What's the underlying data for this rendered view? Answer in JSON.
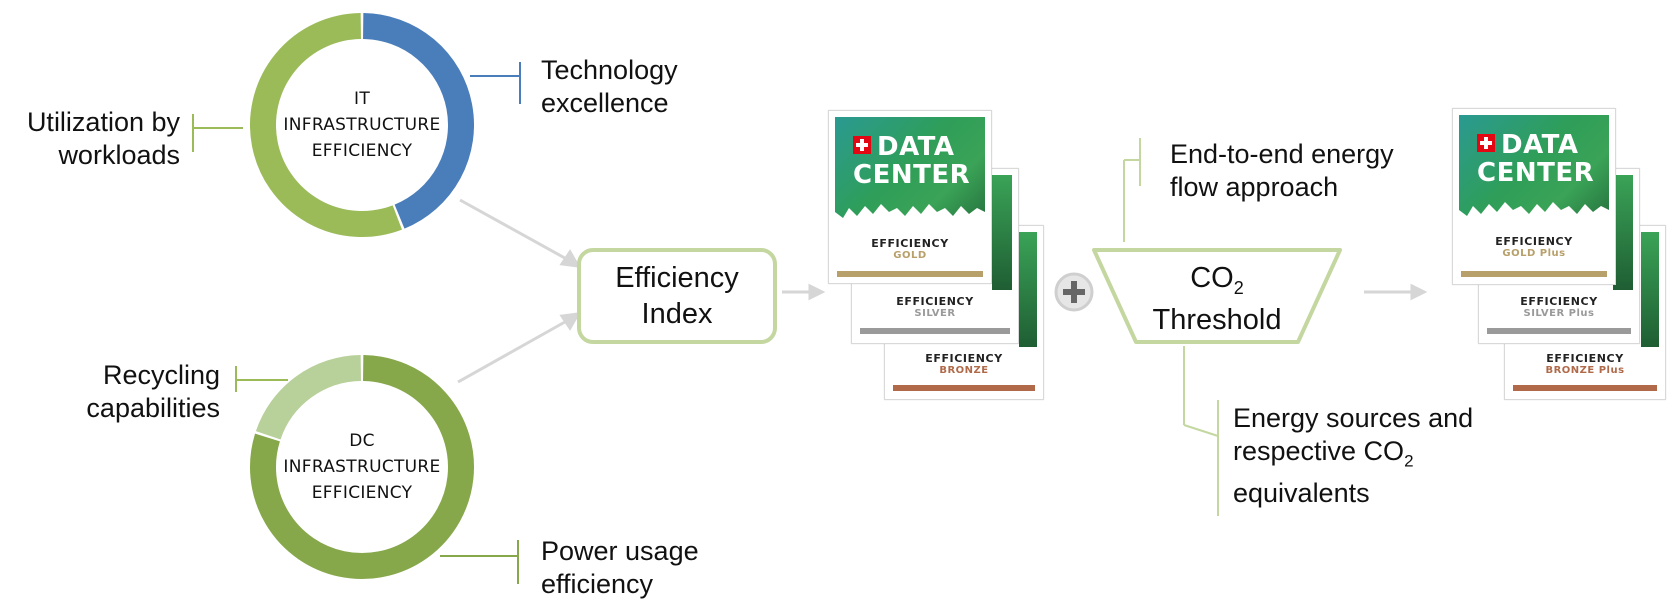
{
  "it_ring": {
    "title_lines": [
      "IT",
      "INFRASTRUCTURE",
      "EFFICIENCY"
    ],
    "segments": [
      {
        "label": "Technology excellence",
        "share": 0.44,
        "color": "#4a7ebb"
      },
      {
        "label": "Utilization by workloads",
        "share": 0.56,
        "color": "#9bbb59"
      }
    ]
  },
  "dc_ring": {
    "title_lines": [
      "DC",
      "INFRASTRUCTURE",
      "EFFICIENCY"
    ],
    "segments": [
      {
        "label": "Power usage efficiency",
        "share": 0.8,
        "color": "#86a84a"
      },
      {
        "label": "Recycling capabilities",
        "share": 0.2,
        "color": "#b8d09a"
      }
    ]
  },
  "labels": {
    "technology_excellence": [
      "Technology",
      "excellence"
    ],
    "utilization_by_workloads": [
      "Utilization by",
      "workloads"
    ],
    "recycling_capabilities": [
      "Recycling",
      "capabilities"
    ],
    "power_usage_efficiency": [
      "Power usage",
      "efficiency"
    ],
    "end_to_end": [
      "End-to-end energy",
      "flow approach"
    ],
    "energy_sources": {
      "line1": "Energy sources and",
      "line2_prefix": "respective CO",
      "line2_sub": "2",
      "line3": "equivalents"
    }
  },
  "efficiency_index": {
    "line1": "Efficiency",
    "line2": "Index"
  },
  "co2_threshold": {
    "prefix": "CO",
    "sub": "2",
    "line2": "Threshold"
  },
  "plus_symbol": "+",
  "badges_left": {
    "brand_line1": "DATA",
    "brand_line2": "CENTER",
    "items": [
      {
        "efficiency": "EFFICIENCY",
        "tier": "BRONZE",
        "color": "#b06a4a"
      },
      {
        "efficiency": "EFFICIENCY",
        "tier": "SILVER",
        "color": "#9a9a9a"
      },
      {
        "efficiency": "EFFICIENCY",
        "tier": "GOLD",
        "color": "#b8a06a"
      }
    ]
  },
  "badges_right": {
    "brand_line1": "DATA",
    "brand_line2": "CENTER",
    "items": [
      {
        "efficiency": "EFFICIENCY",
        "tier": "BRONZE Plus",
        "color": "#b06a4a"
      },
      {
        "efficiency": "EFFICIENCY",
        "tier": "SILVER Plus",
        "color": "#9a9a9a"
      },
      {
        "efficiency": "EFFICIENCY",
        "tier": "GOLD Plus",
        "color": "#b8a06a"
      }
    ]
  },
  "colors": {
    "accent_green": "#9bbb59",
    "light_green": "#c4d7a0",
    "arrow_gray": "#d0d0d0",
    "blue": "#4a7ebb"
  }
}
